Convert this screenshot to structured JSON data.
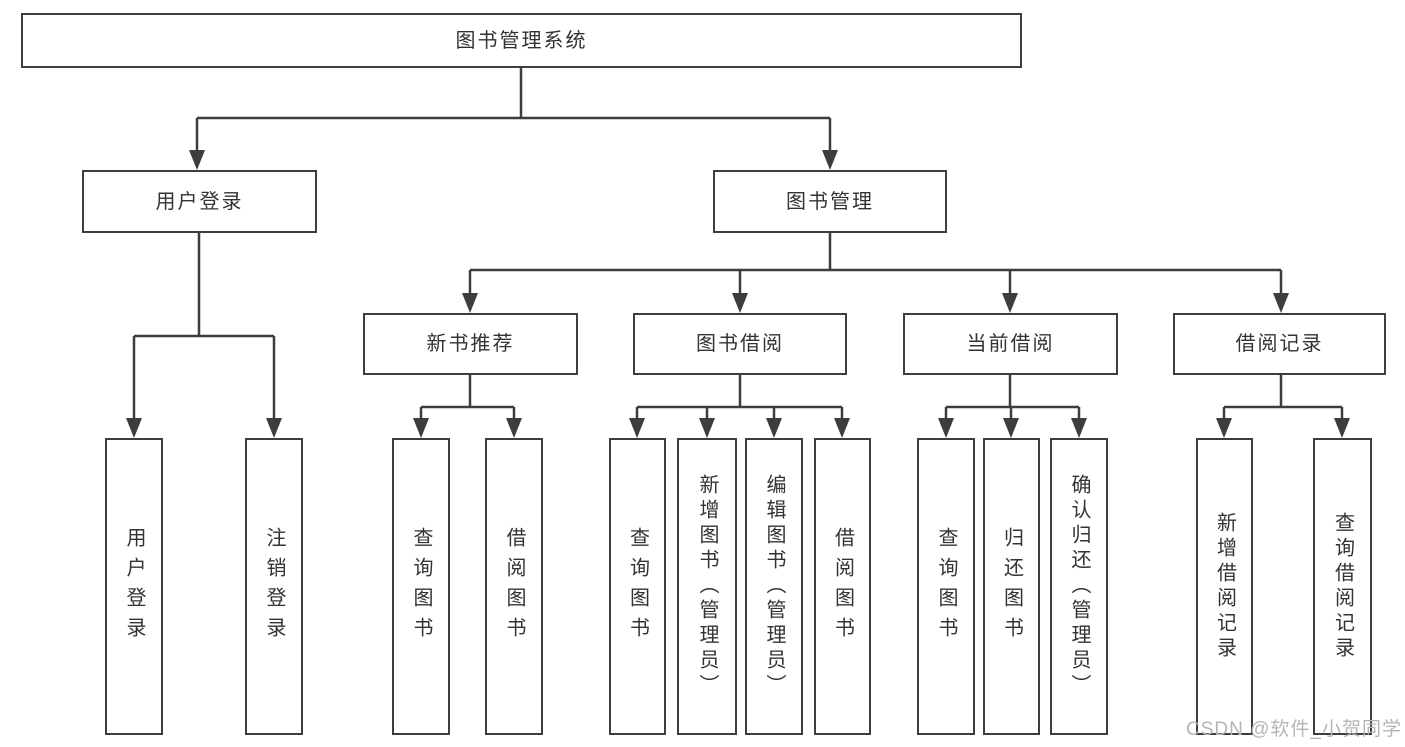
{
  "diagram_type": "hierarchy-tree",
  "colors": {
    "line": "#3d3d3d",
    "text": "#333333",
    "background": "#ffffff",
    "watermark": "#b5b5b5"
  },
  "watermark": "CSDN @软件_小贺同学",
  "tree": {
    "root": {
      "label": "图书管理系统",
      "children": [
        {
          "label": "用户登录",
          "children": [
            {
              "label": "用户登录"
            },
            {
              "label": "注销登录"
            }
          ]
        },
        {
          "label": "图书管理",
          "children": [
            {
              "label": "新书推荐",
              "children": [
                {
                  "label": "查询图书"
                },
                {
                  "label": "借阅图书"
                }
              ]
            },
            {
              "label": "图书借阅",
              "children": [
                {
                  "label": "查询图书"
                },
                {
                  "label": "新增图书（管理员）"
                },
                {
                  "label": "编辑图书（管理员）"
                },
                {
                  "label": "借阅图书"
                }
              ]
            },
            {
              "label": "当前借阅",
              "children": [
                {
                  "label": "查询图书"
                },
                {
                  "label": "归还图书"
                },
                {
                  "label": "确认归还（管理员）"
                }
              ]
            },
            {
              "label": "借阅记录",
              "children": [
                {
                  "label": "新增借阅记录"
                },
                {
                  "label": "查询借阅记录"
                }
              ]
            }
          ]
        }
      ]
    }
  }
}
